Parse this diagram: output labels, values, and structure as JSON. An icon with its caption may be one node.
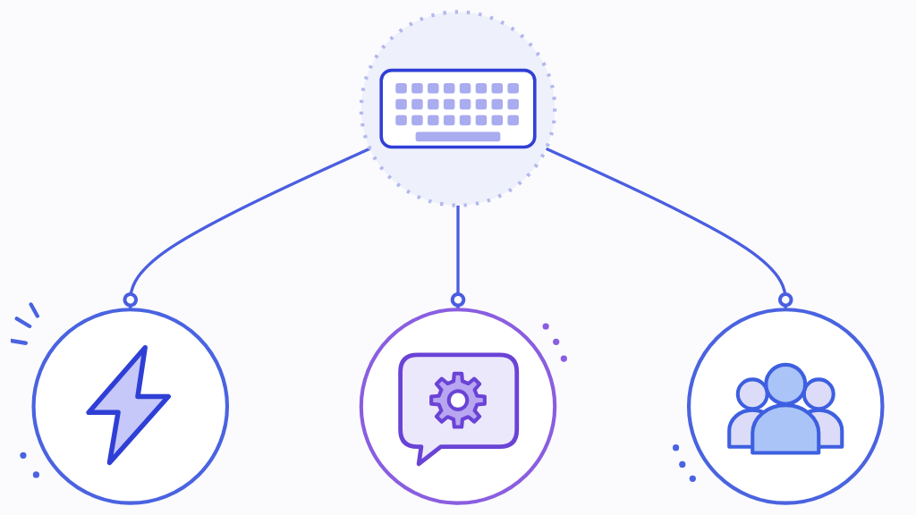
{
  "diagram": {
    "nodes": [
      {
        "text": [],
        "shape": "circle"
      },
      {
        "text": [],
        "shape": "circle"
      },
      {
        "text": [],
        "shape": "circle"
      },
      {
        "text": [],
        "shape": "circle"
      }
    ],
    "edges": [
      {
        "from": 1,
        "to": 0,
        "arrow": "other"
      },
      {
        "from": 1,
        "to": 2,
        "arrow": "other"
      },
      {
        "from": 1,
        "to": 3,
        "arrow": "other"
      }
    ]
  }
}
